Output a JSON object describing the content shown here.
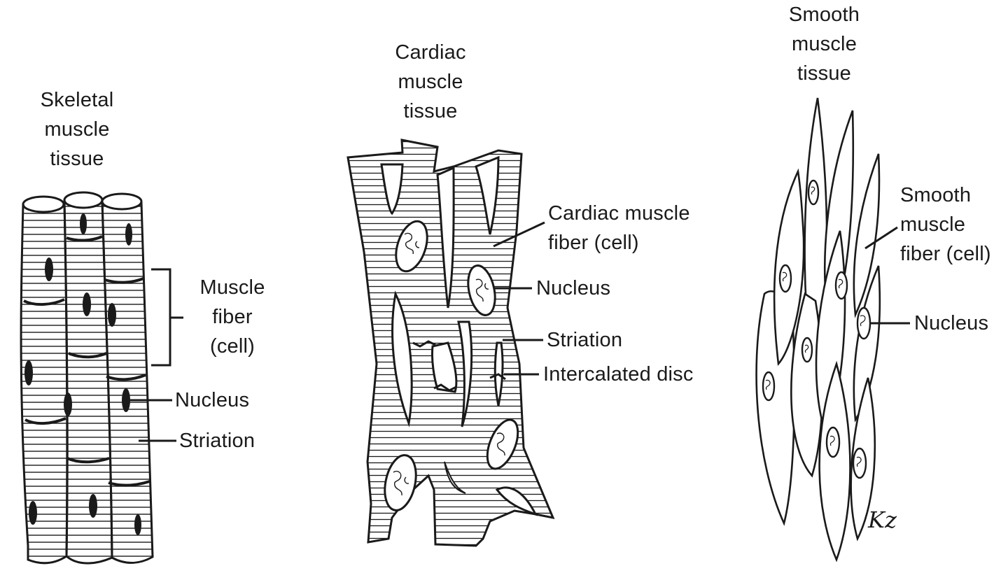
{
  "panels": {
    "skeletal": {
      "title_lines": [
        "Skeletal",
        "muscle",
        "tissue"
      ],
      "labels": {
        "fiber_lines": [
          "Muscle",
          "fiber",
          "(cell)"
        ],
        "nucleus": "Nucleus",
        "striation": "Striation"
      }
    },
    "cardiac": {
      "title_lines": [
        "Cardiac",
        "muscle",
        "tissue"
      ],
      "labels": {
        "fiber_lines": [
          "Cardiac muscle",
          "fiber (cell)"
        ],
        "nucleus": "Nucleus",
        "striation": "Striation",
        "intercalated_disc": "Intercalated disc"
      }
    },
    "smooth": {
      "title_lines": [
        "Smooth",
        "muscle",
        "tissue"
      ],
      "labels": {
        "fiber_lines": [
          "Smooth",
          "muscle",
          "fiber (cell)"
        ],
        "nucleus": "Nucleus"
      }
    }
  },
  "signature": "Kz",
  "colors": {
    "ink": "#1a1a1a",
    "background": "#ffffff"
  }
}
